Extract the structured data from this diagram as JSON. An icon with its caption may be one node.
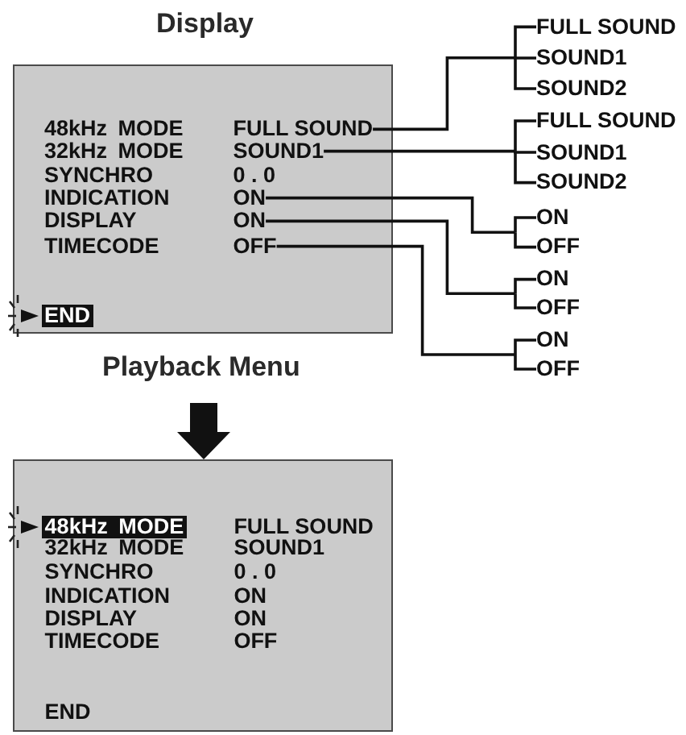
{
  "diagram": {
    "title": "Display",
    "nodes": [
      {
        "text": [
          "48kHz MODE",
          "32kHz MODE",
          "SYNCHRO",
          "0 . 0",
          "INDICATION",
          "DISPLAY",
          "TIMECODE",
          "END"
        ]
      },
      {
        "text": [
          "FULL SOUND"
        ],
        "in": 0
      },
      {
        "text": [
          "SOUND1"
        ],
        "in": 0
      },
      {
        "text": [
          "ON"
        ],
        "in": 0
      },
      {
        "text": [
          "ON"
        ],
        "in": 0
      },
      {
        "text": [
          "OFF"
        ],
        "in": 0
      },
      {
        "text": [
          "FULL SOUND"
        ]
      },
      {
        "text": [
          "SOUND1"
        ]
      },
      {
        "text": [
          "SOUND2"
        ]
      },
      {
        "text": [
          "FULL SOUND"
        ]
      },
      {
        "text": [
          "SOUND1"
        ]
      },
      {
        "text": [
          "SOUND2"
        ]
      },
      {
        "text": [
          "ON"
        ]
      },
      {
        "text": [
          "OFF"
        ]
      },
      {
        "text": [
          "ON"
        ]
      },
      {
        "text": [
          "OFF"
        ]
      },
      {
        "text": [
          "ON"
        ]
      },
      {
        "text": [
          "OFF"
        ]
      },
      {
        "text": [
          "48kHz MODE",
          "FULL SOUND",
          "32kHz MODE",
          "SOUND1",
          "SYNCHRO",
          "0 . 0",
          "INDICATION",
          "ON",
          "DISPLAY",
          "ON",
          "TIMECODE",
          "OFF",
          "END"
        ]
      }
    ],
    "edges": [
      {
        "from": 1,
        "to": 6,
        "arrow": "none"
      },
      {
        "from": 1,
        "to": 7,
        "arrow": "none"
      },
      {
        "from": 1,
        "to": 8,
        "arrow": "none"
      },
      {
        "from": 2,
        "to": 9,
        "arrow": "none"
      },
      {
        "from": 2,
        "to": 10,
        "arrow": "none"
      },
      {
        "from": 2,
        "to": 11,
        "arrow": "none"
      },
      {
        "from": 3,
        "to": 12,
        "arrow": "none"
      },
      {
        "from": 3,
        "to": 13,
        "arrow": "none"
      },
      {
        "from": 4,
        "to": 14,
        "arrow": "none"
      },
      {
        "from": 4,
        "to": 15,
        "arrow": "none"
      },
      {
        "from": 5,
        "to": 16,
        "arrow": "none"
      },
      {
        "from": 5,
        "to": 17,
        "arrow": "none"
      },
      {
        "from": null,
        "to": 18,
        "arrow": "to",
        "style": "thick"
      }
    ],
    "labels": [
      "Playback Menu"
    ]
  }
}
